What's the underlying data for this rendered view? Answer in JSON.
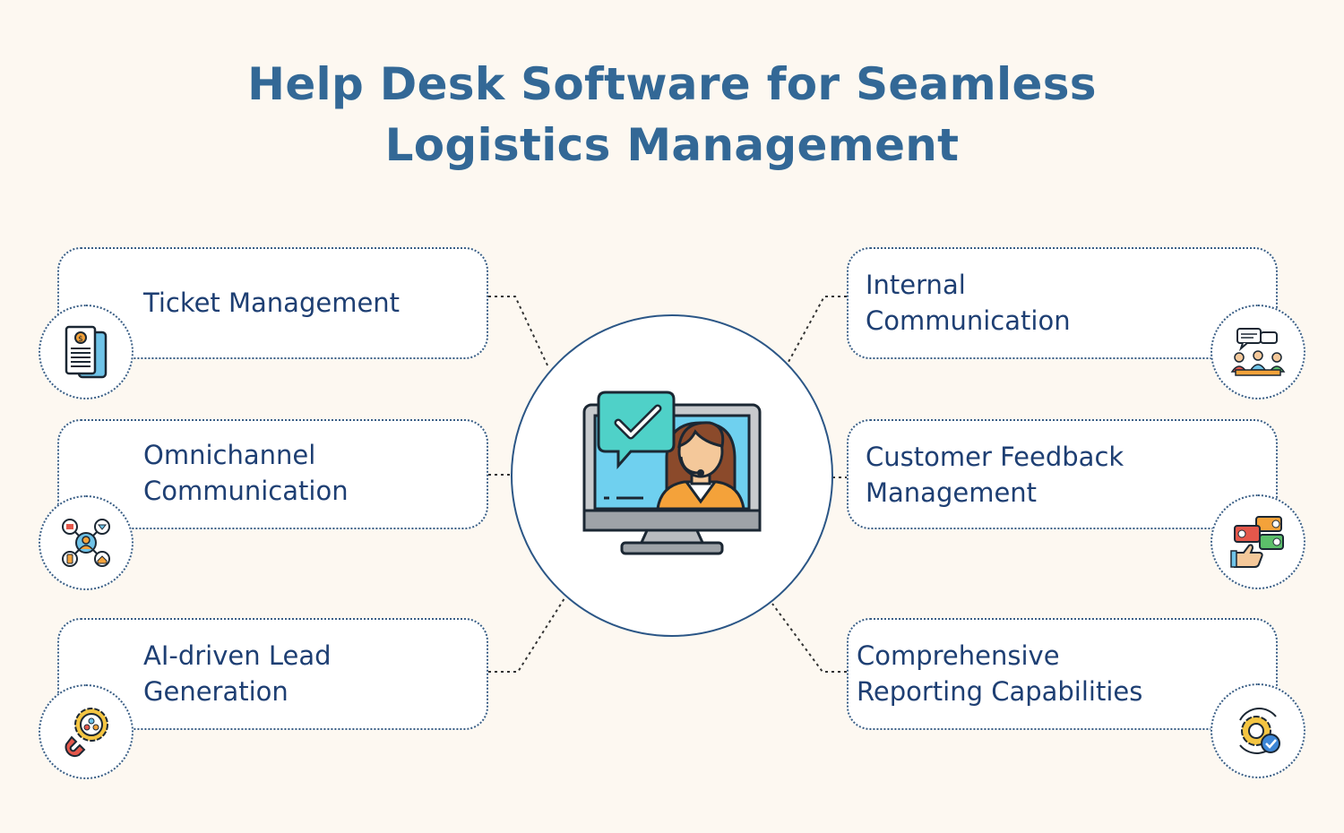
{
  "title": {
    "line1": "Help Desk Software for Seamless",
    "line2": "Logistics Management"
  },
  "center": {
    "icon": "help-desk-agent-monitor-icon"
  },
  "features": {
    "ticket": {
      "line1": "Ticket Management",
      "icon": "ticket-document-icon"
    },
    "omni": {
      "line1": "Omnichannel",
      "line2": "Communication",
      "icon": "omnichannel-network-icon"
    },
    "ai": {
      "line1": "AI-driven Lead",
      "line2": "Generation",
      "icon": "lead-magnet-gear-icon"
    },
    "internal": {
      "line1": "Internal",
      "line2": "Communication",
      "icon": "team-chat-icon"
    },
    "feedback": {
      "line1": "Customer Feedback",
      "line2": "Management",
      "icon": "feedback-thumbs-up-icon"
    },
    "reporting": {
      "line1": "Comprehensive",
      "line2": "Reporting Capabilities",
      "icon": "reporting-gear-check-icon"
    }
  },
  "colors": {
    "title": "#336896",
    "text": "#1e3f73",
    "border": "#3b5f86",
    "background": "#fdf8f1"
  }
}
